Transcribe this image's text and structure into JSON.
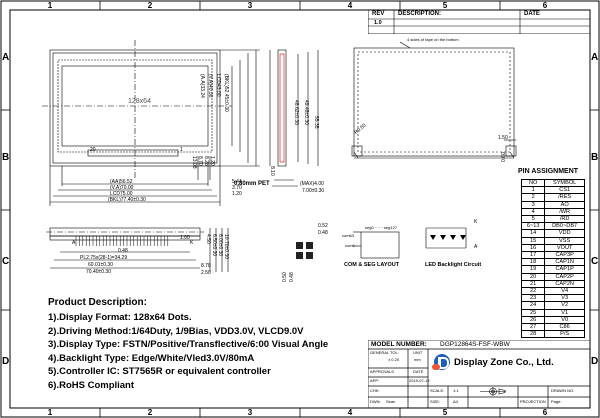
{
  "frame": {
    "columns": [
      "1",
      "2",
      "3",
      "4",
      "5",
      "6"
    ],
    "rows": [
      "A",
      "B",
      "C",
      "D"
    ]
  },
  "revision": {
    "headers": [
      "REV",
      "DESCRIPTION:",
      "DATE"
    ],
    "rev": "1.0"
  },
  "front_view": {
    "center_label": "128x64",
    "pin1_label": "1",
    "pin20_label": "20",
    "dims_horizontal": [
      "(AA)56.52",
      "(V.A)70.00",
      "LCD75.00",
      "(BKL)77.40±0.30"
    ],
    "dims_vertical": [
      "(A.A)33.24",
      "(V.A)40.00",
      "LCD43.00",
      "(BKL)52.45±0.30"
    ],
    "dims_right": [
      "5.44",
      "3.70",
      "1.20"
    ],
    "dims_left_small": [
      "13.08",
      "8.70",
      "8.28",
      "1.20"
    ]
  },
  "side_view": {
    "dims": [
      "48.62±0.30",
      "49.48±0.30",
      "55.35",
      "0.80mm PET",
      "(MAX)4.00",
      "7.00±0.30",
      "8.10"
    ]
  },
  "detail_view": {
    "note": "4 sides of tape on the bottom",
    "dims": [
      "R0.50",
      "1.50",
      "0.60"
    ]
  },
  "bottom_view": {
    "dims": [
      "0.48",
      "PL2.75x(28-1)=34.29",
      "60.01±0.30",
      "70.40±0.30",
      "8.78",
      "2.50",
      "4.50",
      "6.50±0.30",
      "8.00±0.30",
      "10.70±0.30",
      "1.00",
      "A",
      "K"
    ]
  },
  "pad_view": {
    "dims": [
      "0.52",
      "0.48",
      "0.50",
      "0.48"
    ]
  },
  "com_seg": {
    "seg_label": "seg0 ······ seg127",
    "com0_top": "com63",
    "com0_bottom": "com0",
    "caption": "COM & SEG LAYOUT"
  },
  "led": {
    "k_label": "K",
    "a_label": "A",
    "caption": "LED Backlight Circuit"
  },
  "pin_assignment": {
    "title": "PIN ASSIGNMENT",
    "headers": [
      "NO",
      "SYMBOL"
    ],
    "rows": [
      [
        "1",
        "CS1"
      ],
      [
        "2",
        "/RES"
      ],
      [
        "3",
        "AO"
      ],
      [
        "4",
        "/WR"
      ],
      [
        "5",
        "/RD"
      ],
      [
        "6~13",
        "DB0~DB7"
      ],
      [
        "14",
        "VDD"
      ],
      [
        "15",
        "VSS"
      ],
      [
        "16",
        "VOUT"
      ],
      [
        "17",
        "CAP3P"
      ],
      [
        "18",
        "CAP1N"
      ],
      [
        "19",
        "CAP1P"
      ],
      [
        "20",
        "CAP2P"
      ],
      [
        "21",
        "CAP2N"
      ],
      [
        "22",
        "V4"
      ],
      [
        "23",
        "V3"
      ],
      [
        "24",
        "V2"
      ],
      [
        "25",
        "V1"
      ],
      [
        "26",
        "V0"
      ],
      [
        "27",
        "C86"
      ],
      [
        "28",
        "P/S"
      ]
    ]
  },
  "description": {
    "title": "Product Description:",
    "lines": [
      "1).Display Format: 128x64 Dots.",
      "2).Driving Method:1/64Duty, 1/9Bias, VDD3.0V, VLCD9.0V",
      "3).Display Type: FSTN/Positive/Transflective/6:00 Visual Angle",
      "4).Backlight Type: Edge/White/Vled3.0V/80mA",
      "5).Controller IC: ST7565R or equivalent controller",
      "6).RoHS Compliant"
    ]
  },
  "title_block": {
    "model_label": "MODEL NUMBER:",
    "model_value": "DGP12864S-FSF-WBW",
    "general_tol": "GENERAL TOL:",
    "tol_value": "± 0.20",
    "unit_label": "UNIT",
    "unit_value": "mm",
    "approvals": "APPROVALS",
    "date_label": "DATE",
    "app_label": "APP:",
    "app_date": "2019-07-19",
    "chk_label": "CHK:",
    "dwn_label": "DWN:",
    "dwn_value": "Sean",
    "company": "Display Zone Co., Ltd.",
    "scale_label": "SCALE:",
    "scale_value": "1:1",
    "size_label": "SIZE:",
    "size_value": "A4",
    "projection_label": "PROJECTION",
    "drawn_no_label": "DRAWN NO.",
    "page_label": "Page:"
  }
}
